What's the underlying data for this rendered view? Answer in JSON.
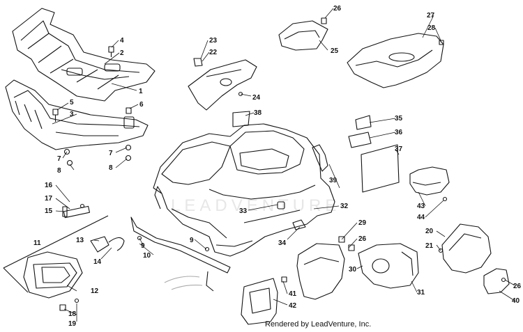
{
  "footer_text": "Rendered by LeadVenture, Inc.",
  "watermark": "LEADVENTURE",
  "callouts": {
    "c1": "1",
    "c2": "2",
    "c3": "3",
    "c4": "4",
    "c5": "5",
    "c6": "6",
    "c7a": "7",
    "c7b": "7",
    "c8a": "8",
    "c8b": "8",
    "c9a": "9",
    "c9b": "9",
    "c10": "10",
    "c11": "11",
    "c12": "12",
    "c13": "13",
    "c14": "14",
    "c15": "15",
    "c16": "16",
    "c17": "17",
    "c18": "18",
    "c19": "19",
    "c20": "20",
    "c21": "21",
    "c22": "22",
    "c23": "23",
    "c24": "24",
    "c25": "25",
    "c26a": "26",
    "c26b": "26",
    "c26c": "26",
    "c27": "27",
    "c28": "28",
    "c29": "29",
    "c30": "30",
    "c31": "31",
    "c32": "32",
    "c33": "33",
    "c34": "34",
    "c35": "35",
    "c36": "36",
    "c37": "37",
    "c38": "38",
    "c39": "39",
    "c40": "40",
    "c41": "41",
    "c42": "42",
    "c43": "43",
    "c44": "44"
  }
}
